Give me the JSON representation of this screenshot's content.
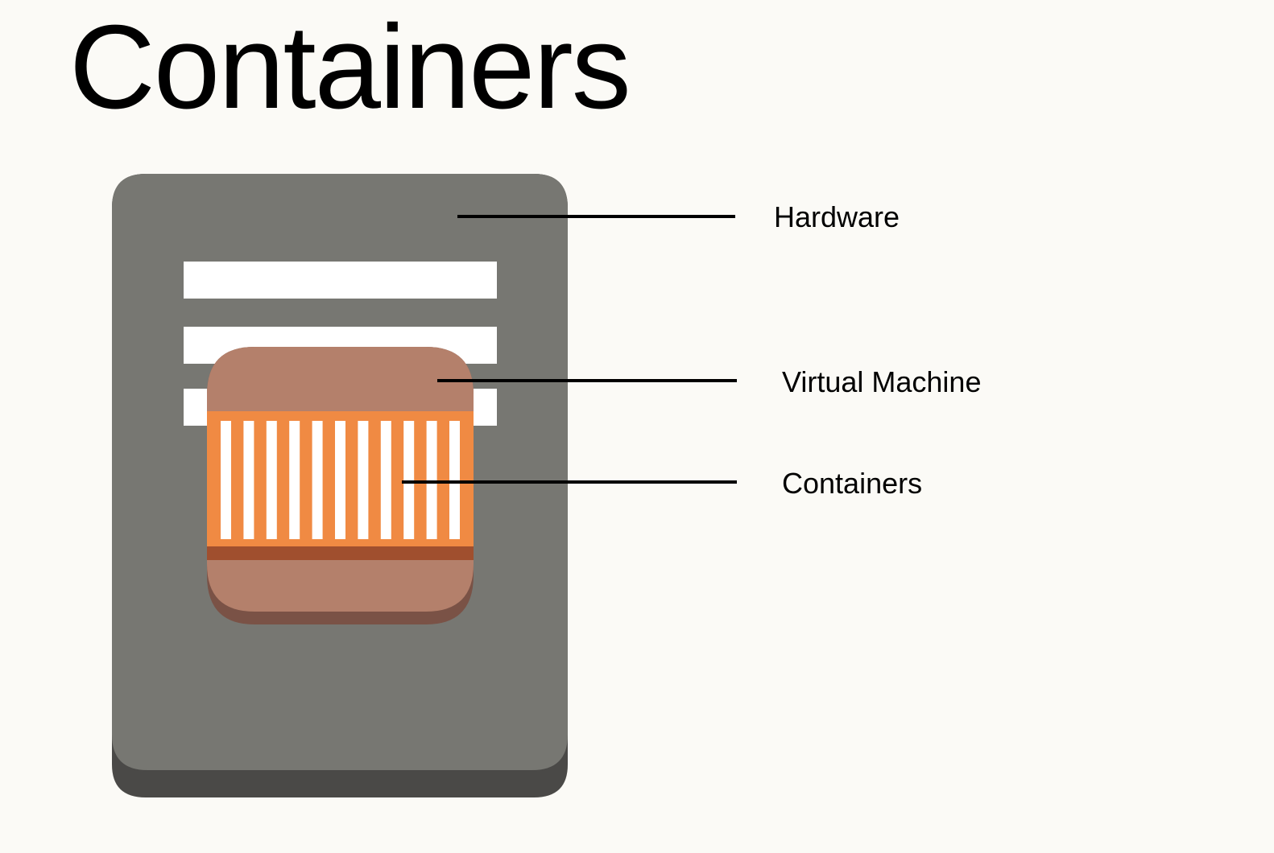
{
  "title": "Containers",
  "labels": {
    "hardware": "Hardware",
    "virtual_machine": "Virtual Machine",
    "containers": "Containers"
  },
  "icons": {
    "server": "server-icon",
    "virtual_machine": "virtual-machine-icon",
    "container": "shipping-container-icon"
  },
  "colors": {
    "background": "#fbfaf6",
    "server_body": "#777772",
    "server_base": "#4a4947",
    "vm_body": "#b4806b",
    "vm_shadow": "#7a5246",
    "container_orange": "#f08a43",
    "container_stripe": "#a04f2e"
  }
}
